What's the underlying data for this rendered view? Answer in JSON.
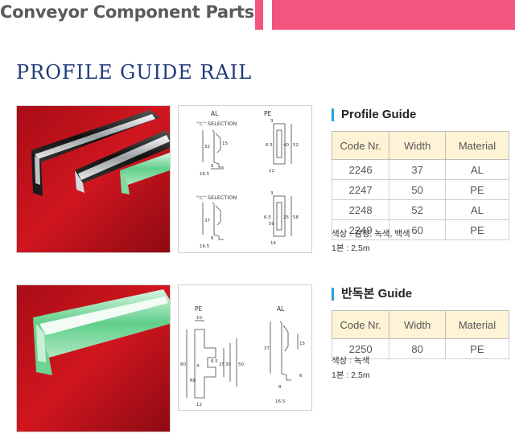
{
  "header": {
    "title": "Conveyor Component Parts"
  },
  "section_title": "PROFILE GUIDE RAIL",
  "profile_guide": {
    "title": "Profile Guide",
    "drawing": {
      "label_al": "AL",
      "label_pe": "PE",
      "sel1": "\"ㄷ\" SELECTION",
      "sel2": "\"ㄷ\" SELECTION",
      "d_32": "32",
      "d_15": "15",
      "d_6a": "6",
      "d_165a": "16.5",
      "d_37": "37",
      "d_6b": "6",
      "d_165b": "16.5",
      "d_3a": "3",
      "d_65a": "6.5",
      "d_40": "40",
      "d_52": "52",
      "d_12": "12",
      "d_3b": "3",
      "d_65b": "6.5",
      "d_50": "50",
      "d_25": "25",
      "d_58": "58",
      "d_14": "14"
    },
    "table": {
      "headers": [
        "Code Nr.",
        "Width",
        "Material"
      ],
      "rows": [
        [
          "2246",
          "37",
          "AL"
        ],
        [
          "2247",
          "50",
          "PE"
        ],
        [
          "2248",
          "52",
          "AL"
        ],
        [
          "2249",
          "60",
          "PE"
        ]
      ]
    },
    "notes": [
      "색상 : 검정, 녹색, 백색",
      "1본 : 2,5m"
    ]
  },
  "half_guide": {
    "title": "반독본 Guide",
    "drawing": {
      "label_pe": "PE",
      "label_al": "AL",
      "d_10": "10",
      "d_80": "80",
      "d_4": "4",
      "d_65": "6.5",
      "d_25": "25",
      "d_30": "30",
      "d_50": "50",
      "d_r8": "R8",
      "d_12": "12",
      "d_37": "37",
      "d_15": "15",
      "d_6": "6",
      "d_8": "8",
      "d_165": "16.5"
    },
    "table": {
      "headers": [
        "Code Nr.",
        "Width",
        "Material"
      ],
      "rows": [
        [
          "2250",
          "80",
          "PE"
        ]
      ]
    },
    "notes": [
      "색상 : 녹색",
      "1본 : 2,5m"
    ]
  },
  "colors": {
    "accent_pink": "#f2557d",
    "title_blue": "#1f3a7a",
    "marker_blue": "#2aa0da",
    "table_header_bg": "#fff3d6",
    "photo_red": "#c2121c"
  }
}
